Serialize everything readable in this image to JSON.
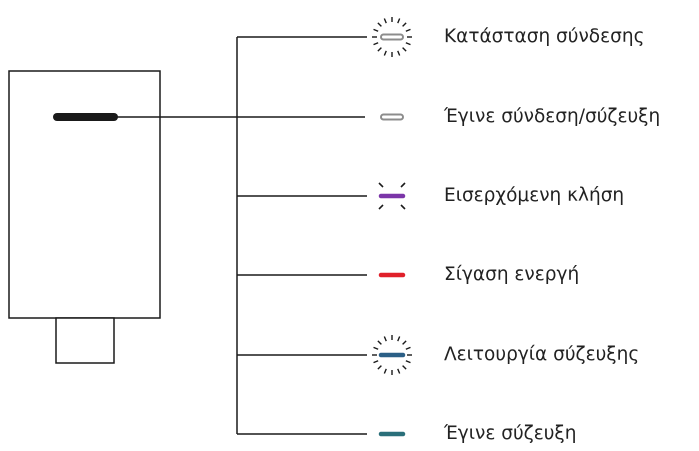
{
  "legend": {
    "items": [
      {
        "label": "Κατάσταση σύνδεσης",
        "led_color": "#8c8c8c",
        "blinking": true
      },
      {
        "label": "Έγινε σύνδεση/σύζευξη",
        "led_color": "#8c8c8c",
        "blinking": false
      },
      {
        "label": "Εισερχόμενη κλήση",
        "led_color": "#7b35a8",
        "blinking": true
      },
      {
        "label": "Σίγαση ενεργή",
        "led_color": "#e0202a",
        "blinking": false
      },
      {
        "label": "Λειτουργία σύζευξης",
        "led_color": "#2b5f86",
        "blinking": true
      },
      {
        "label": "Έγινε σύζευξη",
        "led_color": "#2a6f7a",
        "blinking": false
      }
    ]
  },
  "colors": {
    "line": "#1a1a1a",
    "device_led": "#1a1a1a"
  }
}
